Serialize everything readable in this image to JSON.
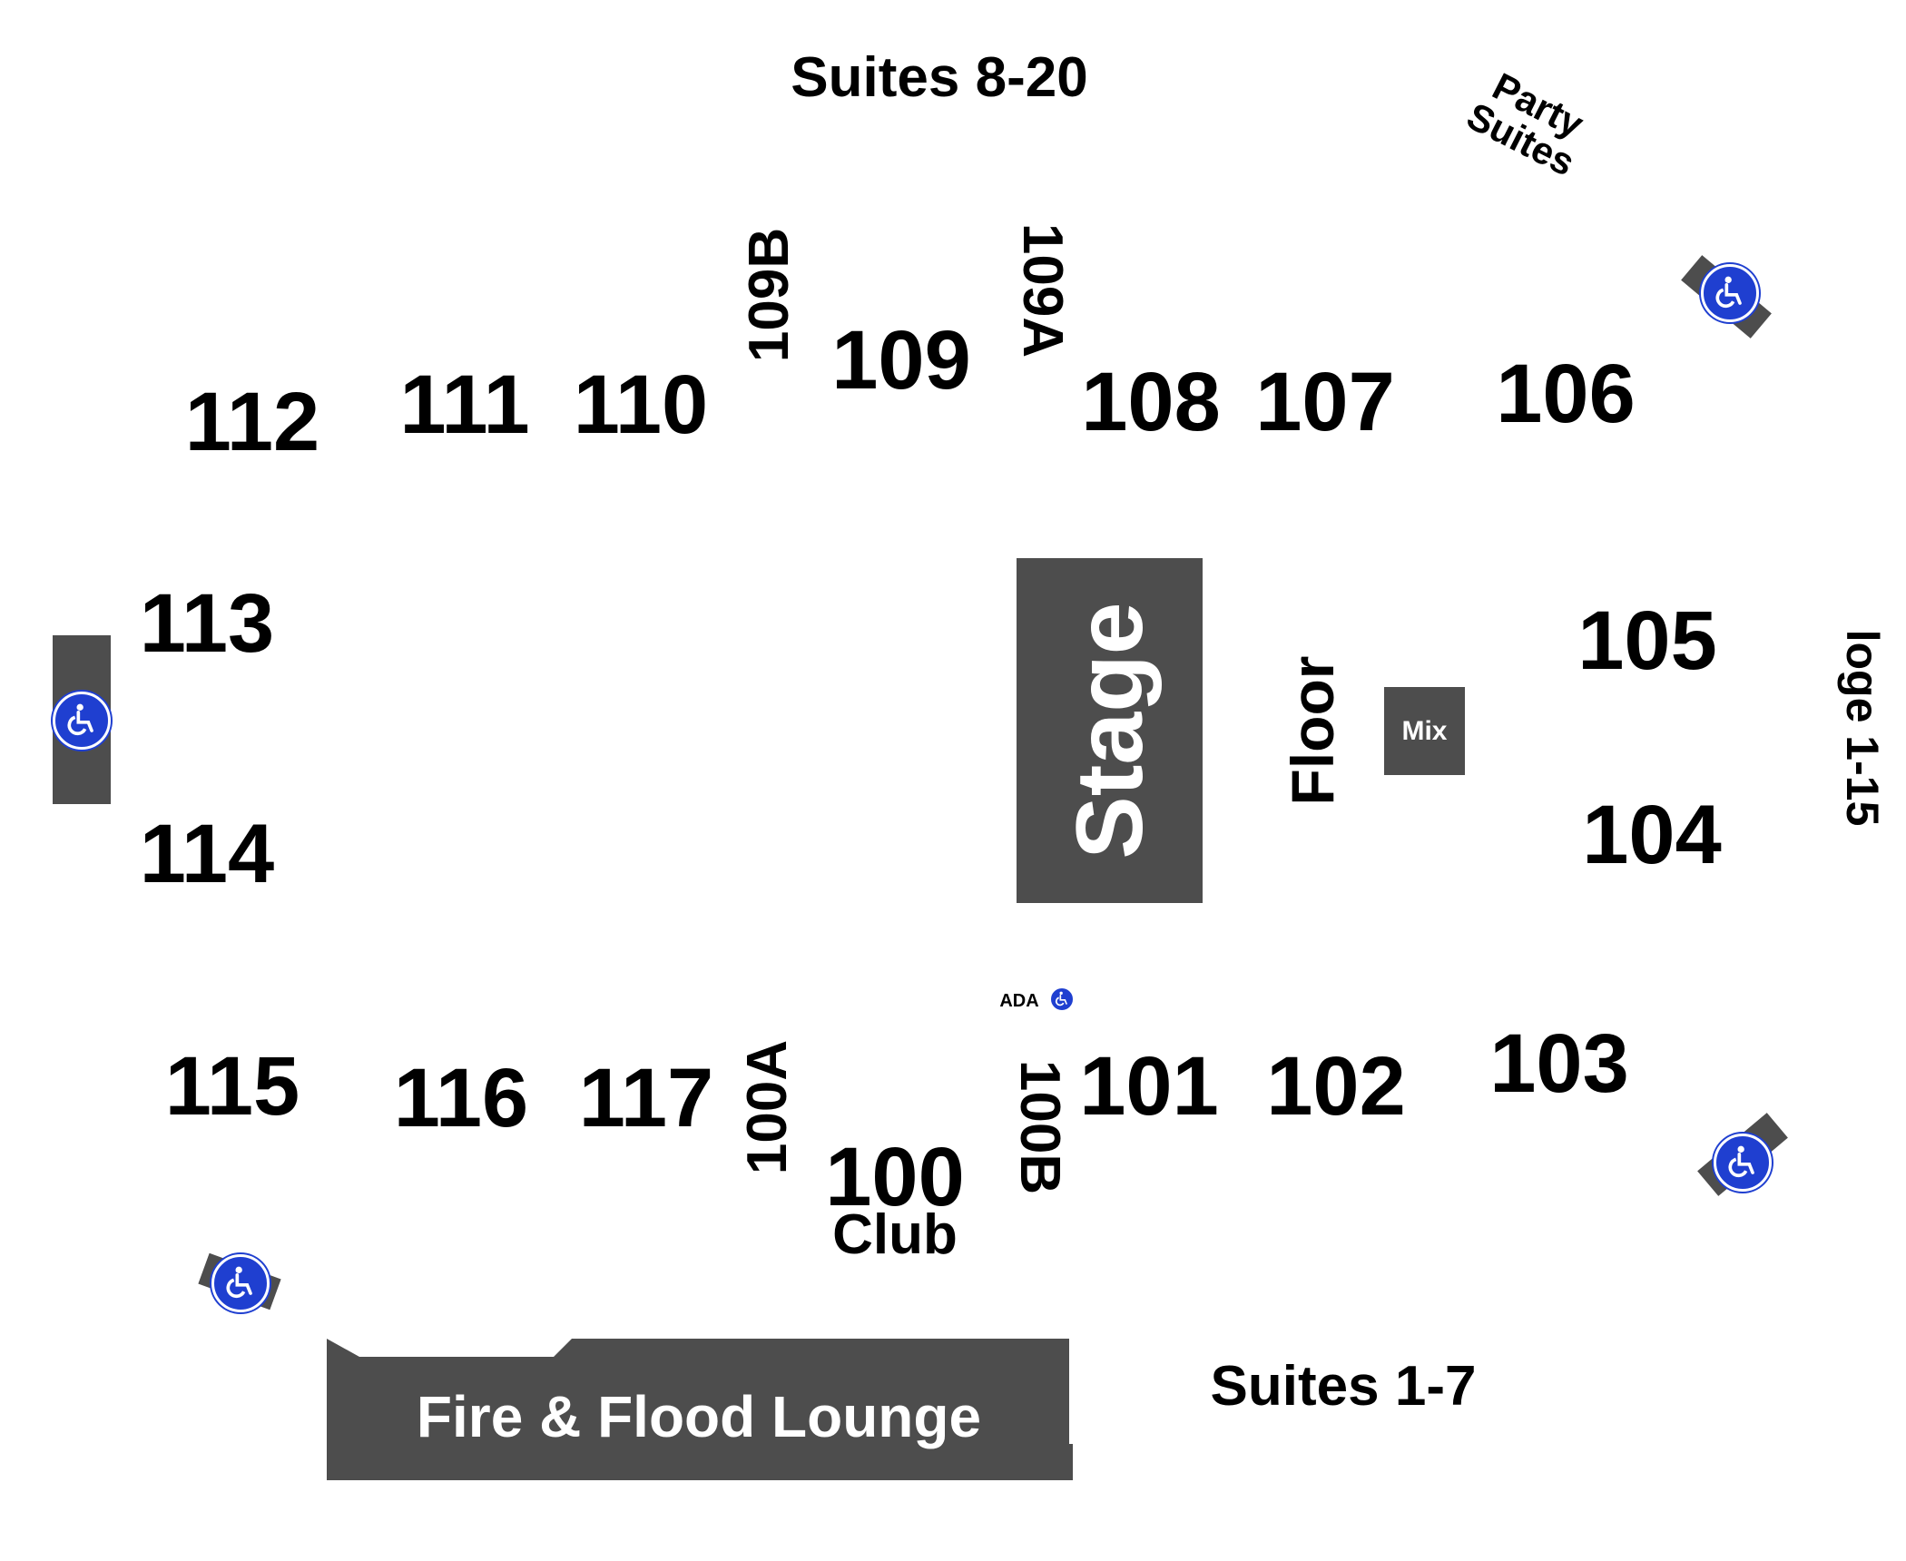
{
  "venue_map": {
    "sections": {
      "s112": "112",
      "s111": "111",
      "s110": "110",
      "s109": "109",
      "s109b": "109B",
      "s109a": "109A",
      "s108": "108",
      "s107": "107",
      "s106": "106",
      "s113": "113",
      "s114": "114",
      "s105": "105",
      "s104": "104",
      "s115": "115",
      "s116": "116",
      "s117": "117",
      "s100a": "100A",
      "s100b": "100B",
      "s100": "100",
      "s101": "101",
      "s102": "102",
      "s103": "103"
    },
    "zones": {
      "suites_top": "Suites 8-20",
      "party_suites_1": "Party",
      "party_suites_2": "Suites",
      "loge": "loge 1-15",
      "floor": "Floor",
      "stage": "Stage",
      "mix": "Mix",
      "ada_label": "ADA",
      "club": "Club",
      "lounge": "Fire & Flood Lounge",
      "suites_bottom": "Suites 1-7"
    },
    "colors": {
      "block_fill": "#4d4d4d",
      "ada_blue": "#1f3fd0",
      "text": "#000000"
    },
    "icons": [
      "wheelchair-icon"
    ]
  }
}
